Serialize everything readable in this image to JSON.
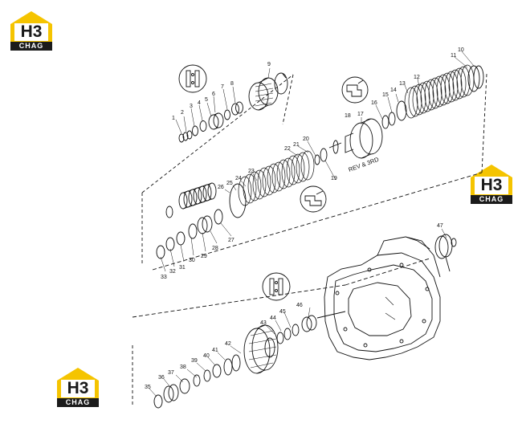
{
  "brand": {
    "logo_text": "H3",
    "logo_subtext": "CHAG",
    "accent_color": "#f5c400"
  },
  "annotation_text": "REV & 3RD",
  "callouts": [
    "1",
    "2",
    "3",
    "4",
    "5",
    "6",
    "7",
    "8",
    "9",
    "10",
    "11",
    "12",
    "13",
    "14",
    "15",
    "16",
    "17",
    "18",
    "19",
    "20",
    "21",
    "22",
    "23",
    "24",
    "25",
    "26",
    "27",
    "28",
    "29",
    "30",
    "31",
    "32",
    "33",
    "35",
    "36",
    "37",
    "38",
    "39",
    "40",
    "41",
    "42",
    "43",
    "44",
    "45",
    "46",
    "47"
  ]
}
